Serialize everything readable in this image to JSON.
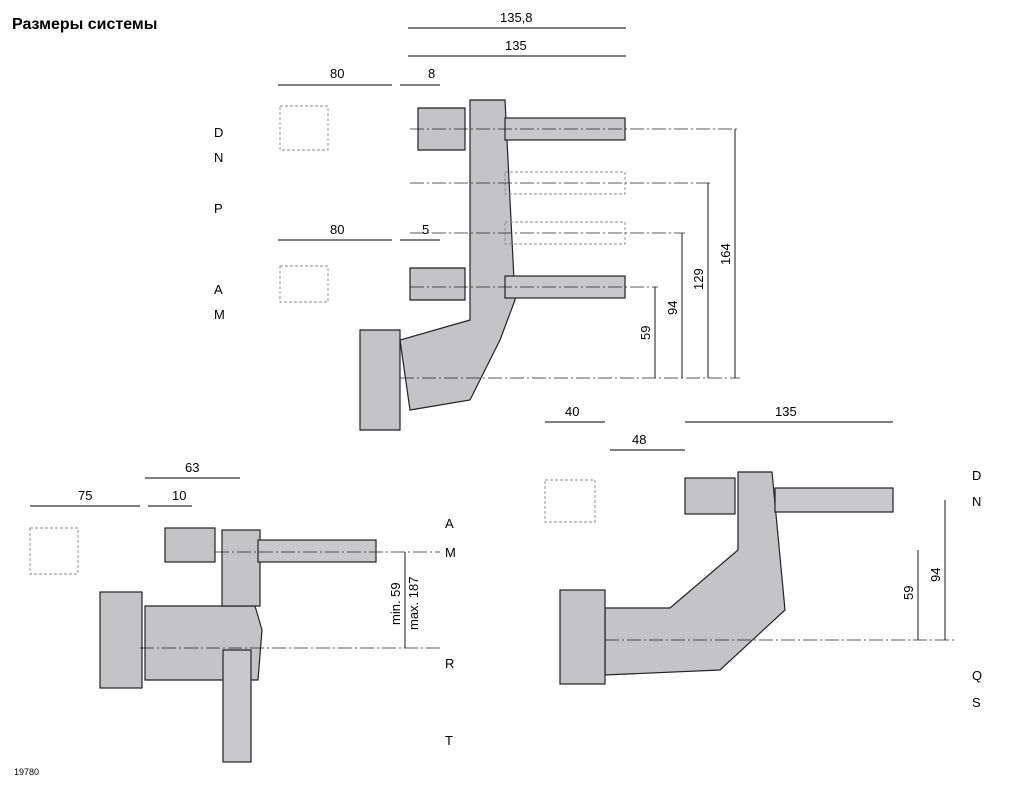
{
  "title": "Размеры системы",
  "figure_code": "19780",
  "top_dims": [
    "135,8",
    "135",
    "80",
    "8",
    "80",
    "5"
  ],
  "top_labels": [
    "D",
    "N",
    "P",
    "A",
    "M"
  ],
  "top_vdims": [
    "164",
    "129",
    "94",
    "59"
  ],
  "bl_dims": [
    "63",
    "75",
    "10"
  ],
  "bl_vdims": [
    "min. 59",
    "max. 187"
  ],
  "bl_labels": [
    "A",
    "M",
    "R",
    "T"
  ],
  "br_dims": [
    "40",
    "48",
    "135"
  ],
  "br_vdims": [
    "94",
    "59"
  ],
  "br_labels": [
    "D",
    "N",
    "Q",
    "S"
  ]
}
